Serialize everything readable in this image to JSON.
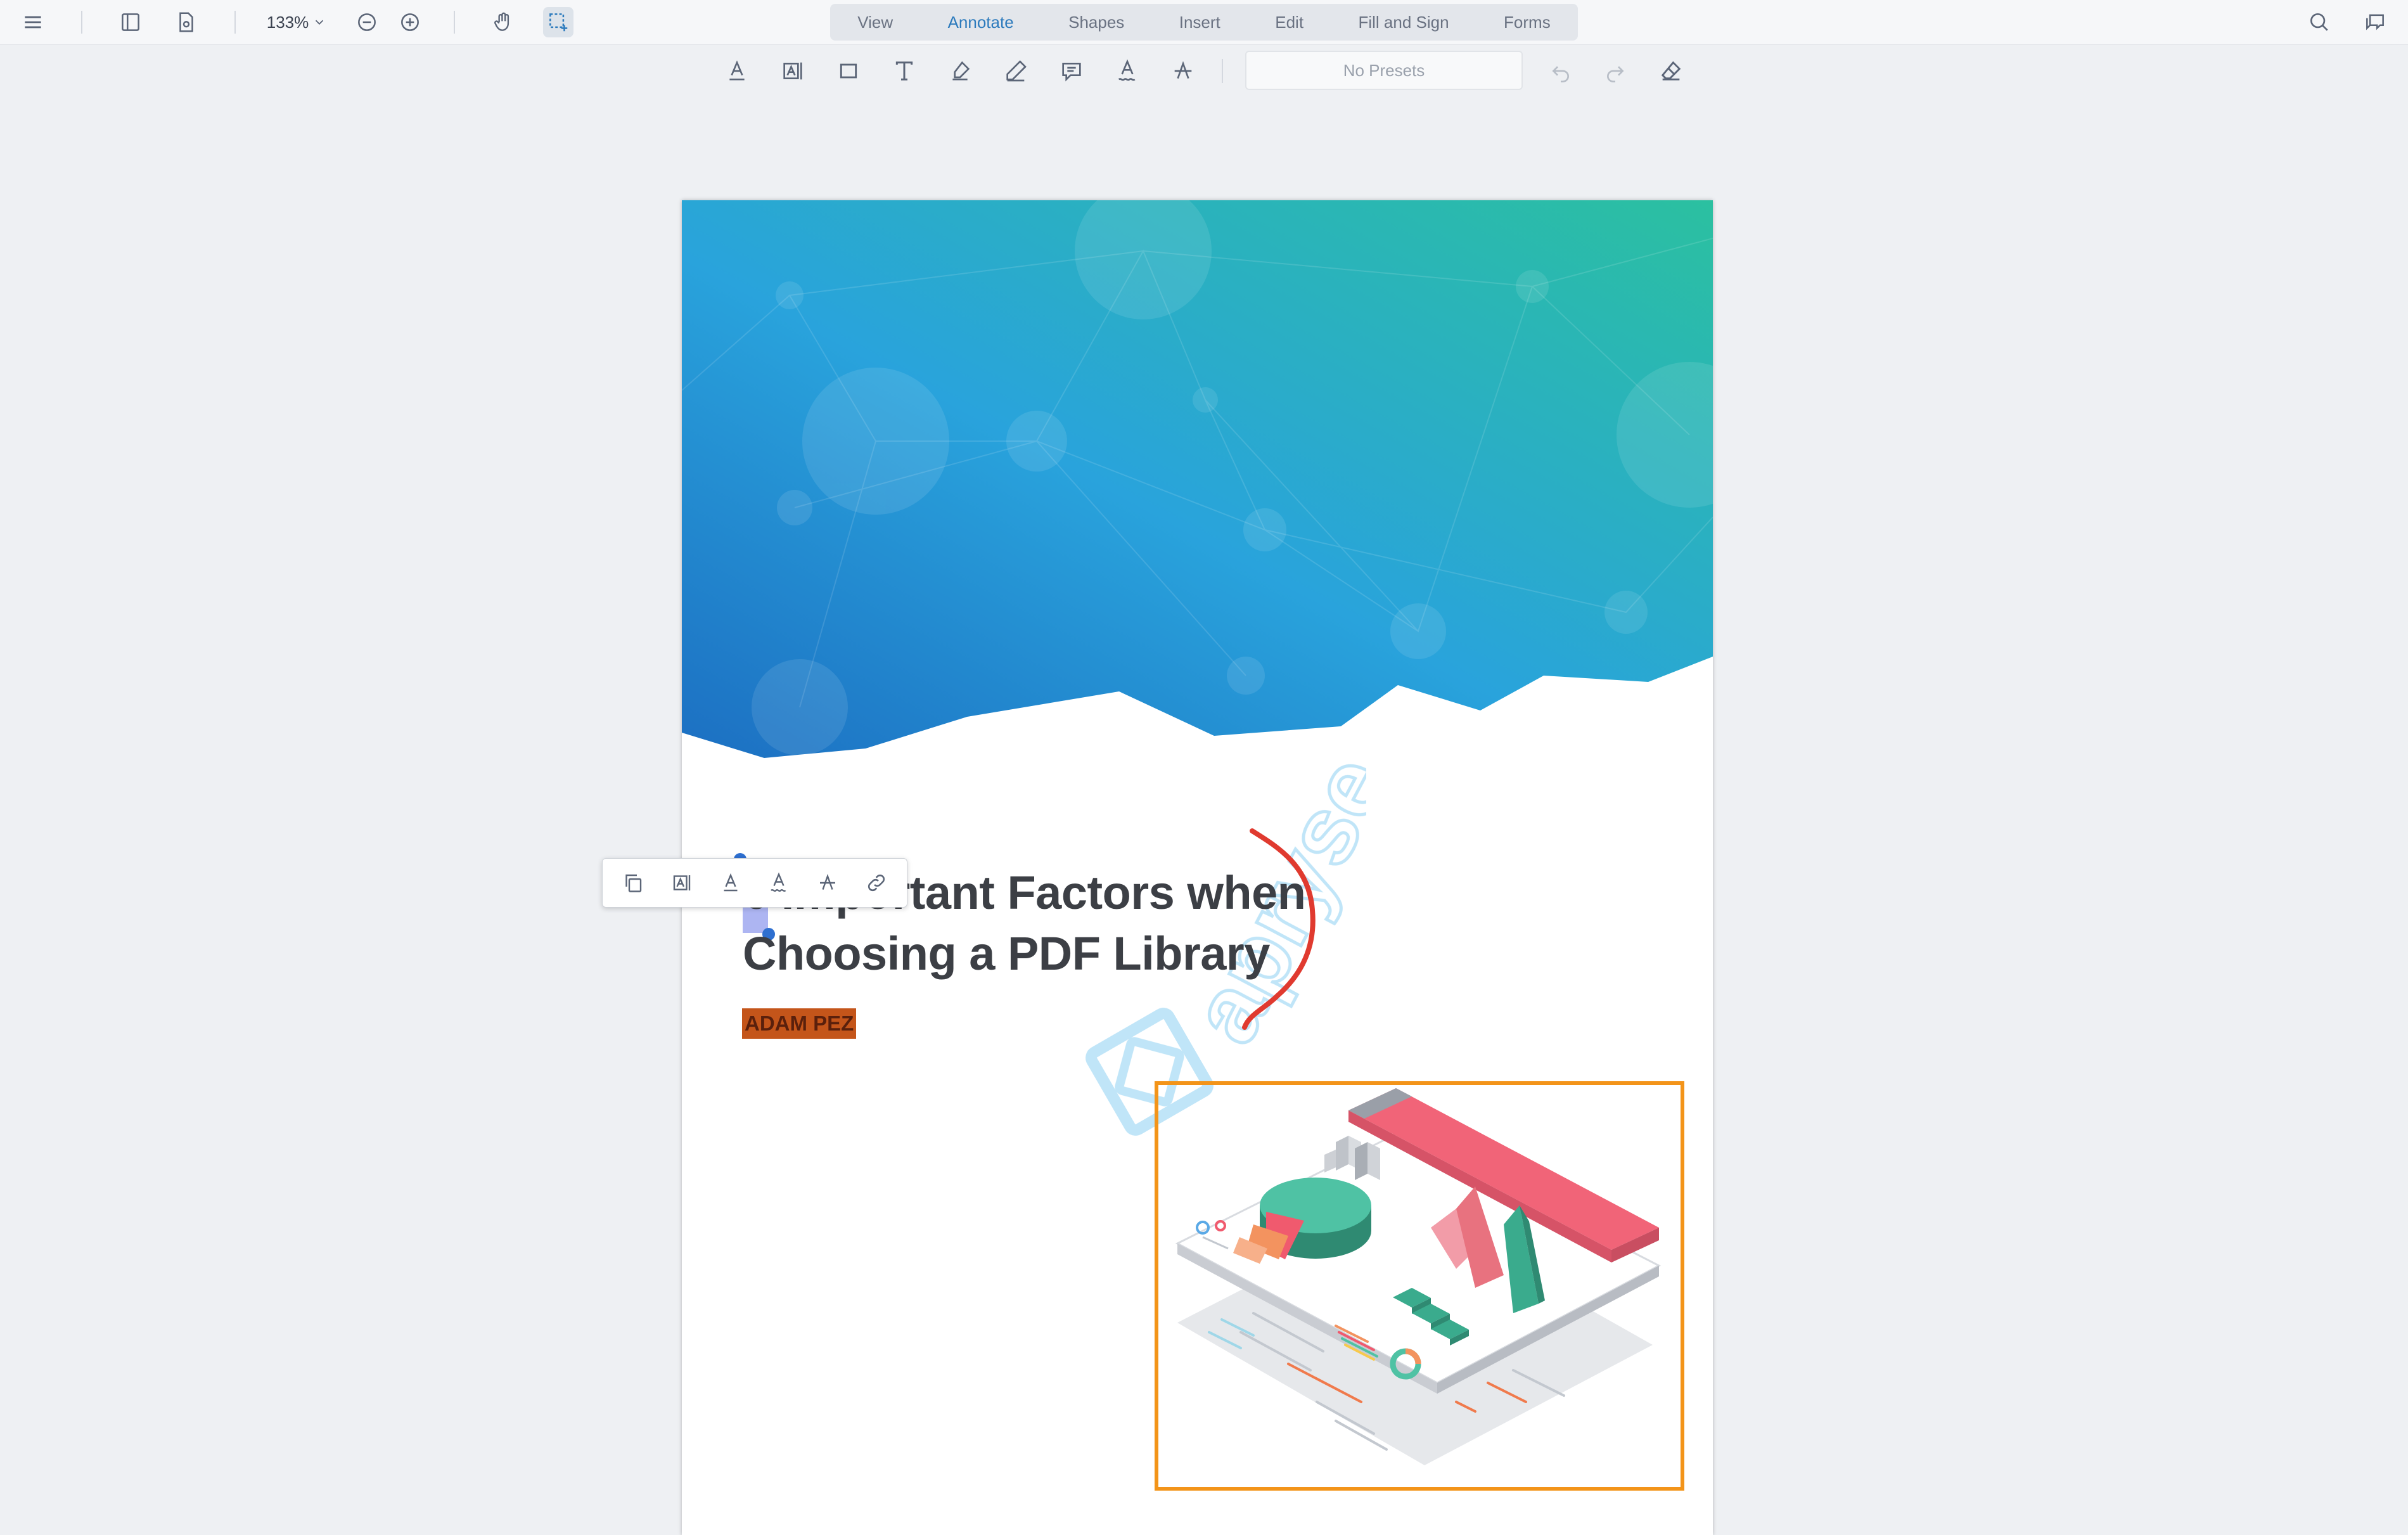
{
  "header": {
    "zoom": "133%",
    "tabs": [
      {
        "label": "View"
      },
      {
        "label": "Annotate"
      },
      {
        "label": "Shapes"
      },
      {
        "label": "Insert"
      },
      {
        "label": "Edit"
      },
      {
        "label": "Fill and Sign"
      },
      {
        "label": "Forms"
      }
    ],
    "active_tab": "Annotate",
    "accent_color": "#2d7bbd"
  },
  "toolbar": {
    "presets_label": "No Presets",
    "tools": [
      "underline-tool-icon",
      "highlight-text-tool-icon",
      "rectangle-tool-icon",
      "free-text-tool-icon",
      "highlighter-tool-icon",
      "pen-tool-icon",
      "comment-tool-icon",
      "squiggly-tool-icon",
      "strikeout-tool-icon"
    ]
  },
  "document": {
    "title_line1": "6 Important Factors when",
    "title_line2": "Choosing a PDF Library",
    "author": "ADAM PEZ",
    "watermark": "apryse",
    "highlight_color": "#c4551a",
    "ink_color": "#e03a2f",
    "rectangle_color": "#f39419"
  },
  "popup": {
    "actions": [
      "copy-icon",
      "highlight-icon",
      "underline-icon",
      "squiggly-icon",
      "strikeout-icon",
      "link-icon"
    ]
  }
}
